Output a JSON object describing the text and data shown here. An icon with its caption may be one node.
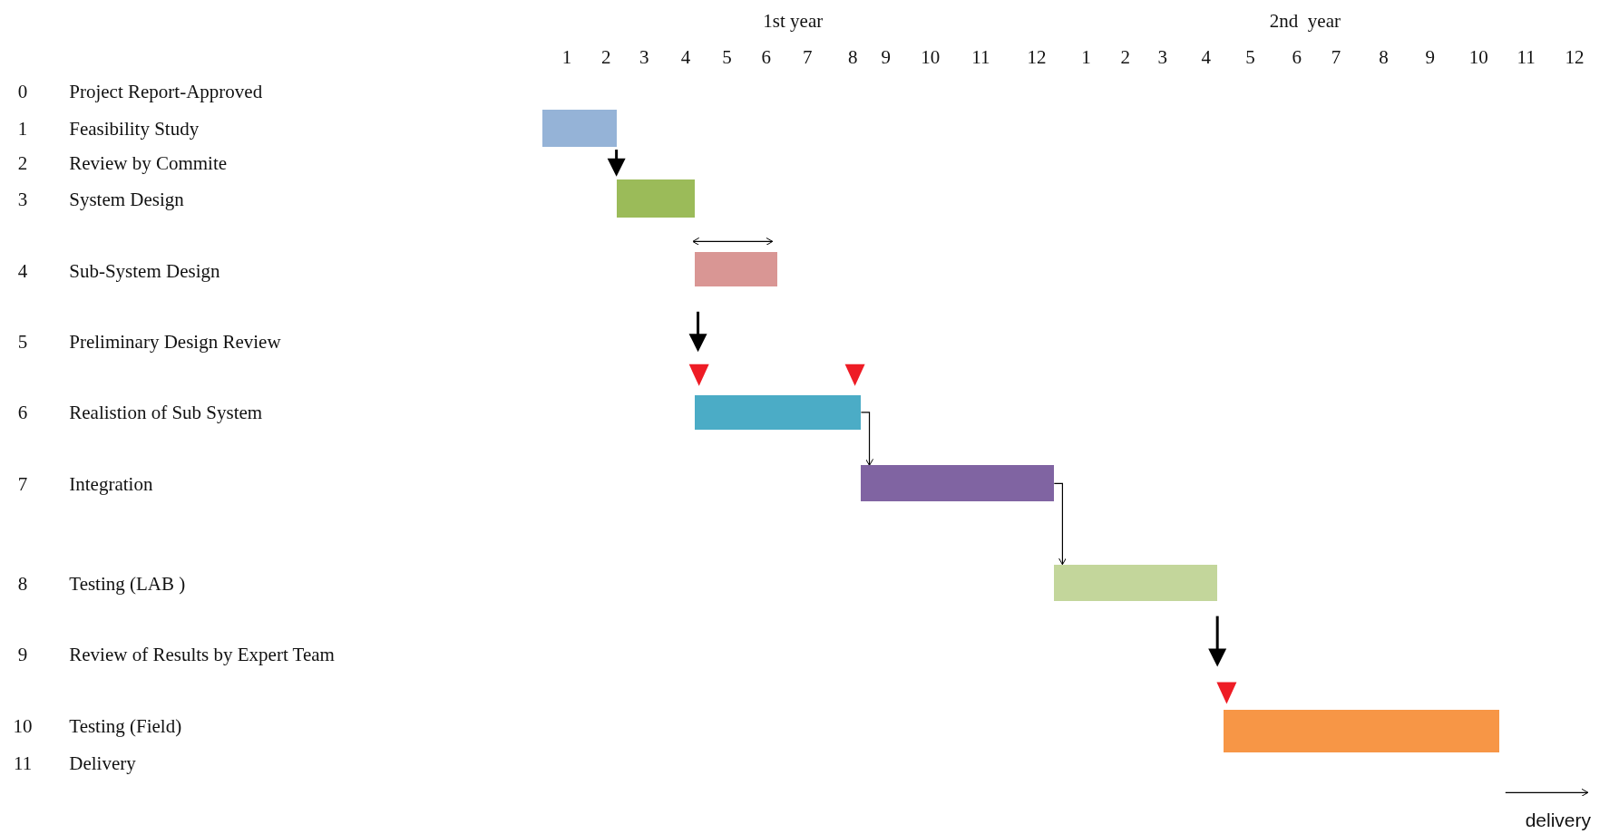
{
  "diagram": {
    "nodes": [
      {
        "text": [],
        "shape": "bar"
      },
      {
        "text": [],
        "shape": "bar"
      },
      {
        "text": [],
        "shape": "bar"
      },
      {
        "text": [],
        "shape": "bar"
      },
      {
        "text": [],
        "shape": "bar"
      },
      {
        "text": [],
        "shape": "bar"
      },
      {
        "text": [],
        "shape": "bar"
      }
    ],
    "edges": [
      {
        "from": 3,
        "to": 4,
        "arrow": "to"
      },
      {
        "from": 4,
        "to": 5,
        "arrow": "to"
      }
    ],
    "labels": [
      "1st year",
      "2nd  year",
      "1",
      "2",
      "3",
      "4",
      "5",
      "6",
      "7",
      "8",
      "9",
      "10",
      "11",
      "12",
      "1",
      "2",
      "3",
      "4",
      "5",
      "6",
      "7",
      "8",
      "9",
      "10",
      "11",
      "12",
      "0",
      "Project Report-Approved",
      "1",
      "Feasibility Study",
      "2",
      "Review by Commite",
      "3",
      "System Design",
      "4",
      "Sub-System Design",
      "5",
      "Preliminary Design Review",
      "6",
      "Realistion of Sub System",
      "7",
      "Integration",
      "8",
      "Testing (LAB )",
      "9",
      "Review of Results by Expert Team",
      "10",
      "Testing (Field)",
      "11",
      "Delivery",
      "delivery"
    ]
  }
}
